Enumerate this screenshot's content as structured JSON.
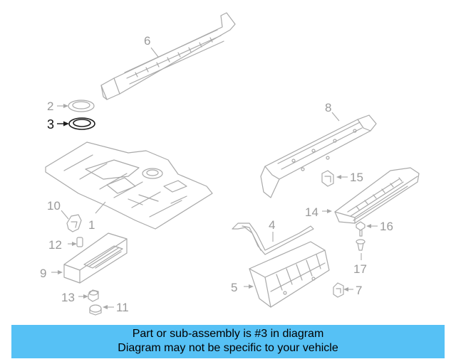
{
  "callouts": {
    "p1": "1",
    "p2": "2",
    "p3": "3",
    "p4": "4",
    "p5": "5",
    "p6": "6",
    "p7": "7",
    "p8": "8",
    "p9": "9",
    "p10": "10",
    "p11": "11",
    "p12": "12",
    "p13": "13",
    "p14": "14",
    "p15": "15",
    "p16": "16",
    "p17": "17"
  },
  "highlight": {
    "part": "3",
    "color": "#1c1c1c"
  },
  "banner": {
    "line1": "Part or sub-assembly is #3 in diagram",
    "line2": "Diagram may not be specific to your vehicle",
    "color": "#56c1f5"
  }
}
